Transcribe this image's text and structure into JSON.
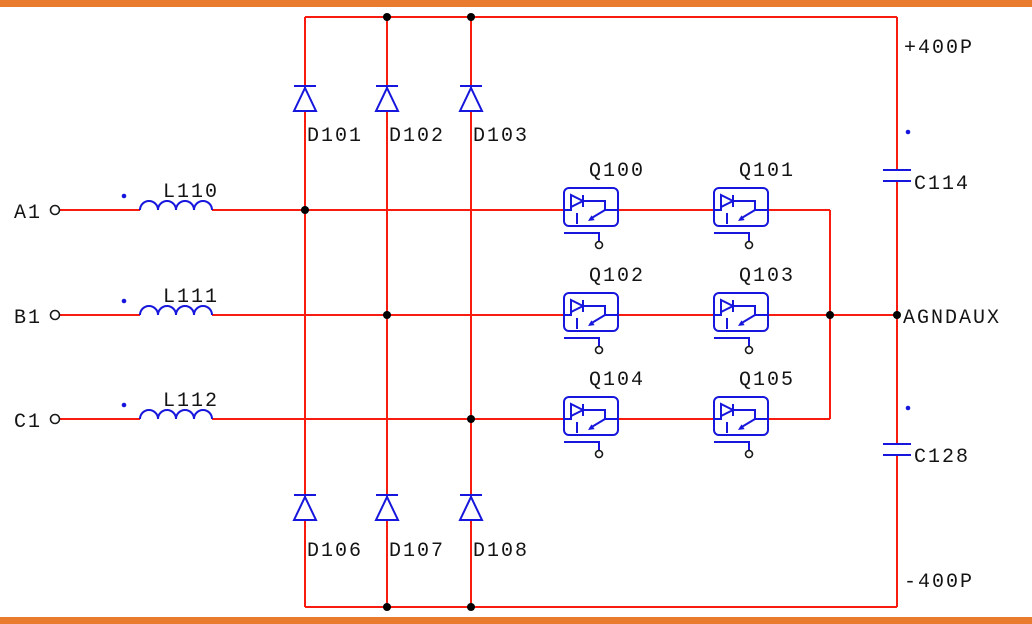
{
  "schematic": {
    "rails": {
      "positive": "+400P",
      "ground": "AGNDAUX",
      "negative": "-400P"
    },
    "phases": [
      {
        "terminal": "A1",
        "inductor": "L110"
      },
      {
        "terminal": "B1",
        "inductor": "L111"
      },
      {
        "terminal": "C1",
        "inductor": "L112"
      }
    ],
    "diodes": {
      "top": [
        "D101",
        "D102",
        "D103"
      ],
      "bottom": [
        "D106",
        "D107",
        "D108"
      ]
    },
    "transistors": {
      "rows": [
        [
          "Q100",
          "Q101"
        ],
        [
          "Q102",
          "Q103"
        ],
        [
          "Q104",
          "Q105"
        ]
      ]
    },
    "capacitors": [
      "C114",
      "C128"
    ],
    "colors": {
      "wire": "#f81b10",
      "component": "#1616dc",
      "junction": "#000000",
      "label": "#141414",
      "border": "#e87b2e",
      "background": "#ffffff"
    }
  }
}
